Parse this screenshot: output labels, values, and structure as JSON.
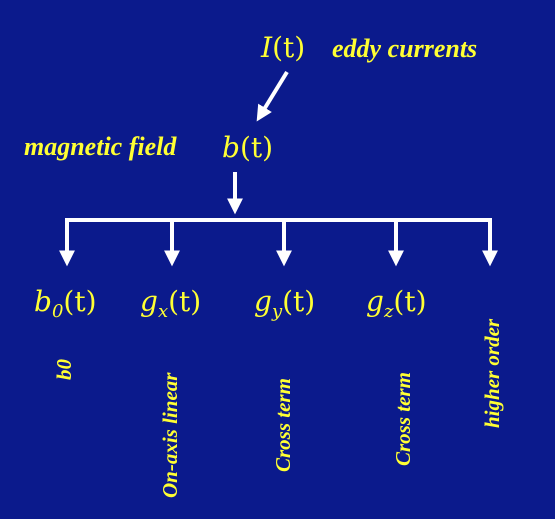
{
  "colors": {
    "background": "#0b1a8c",
    "text": "#ffff33",
    "arrows": "#ffffff"
  },
  "top": {
    "symbol": "I",
    "arg": "(t)",
    "label": "eddy currents"
  },
  "middle": {
    "label": "magnetic field",
    "symbol": "b",
    "arg": "(t)"
  },
  "branches": [
    {
      "base": "b",
      "sub": "0",
      "arg": "(t)",
      "label": "b0"
    },
    {
      "base": "g",
      "sub": "x",
      "arg": "(t)",
      "label": "On-axis linear"
    },
    {
      "base": "g",
      "sub": "y",
      "arg": "(t)",
      "label": "Cross term"
    },
    {
      "base": "g",
      "sub": "z",
      "arg": "(t)",
      "label": "Cross term"
    },
    {
      "base": "",
      "sub": "",
      "arg": "",
      "label": "higher order"
    }
  ]
}
